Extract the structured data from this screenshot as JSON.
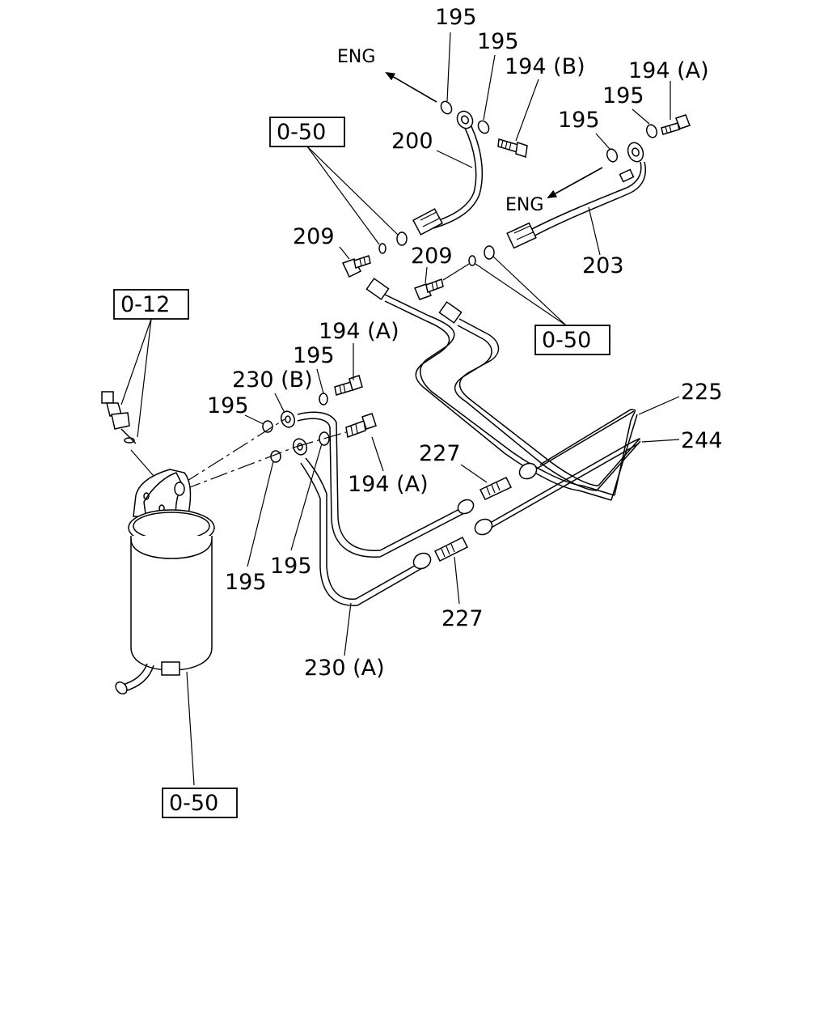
{
  "callouts": {
    "p195_a": "195",
    "p195_b": "195",
    "p194b": "194 (B)",
    "p194a_top": "194 (A)",
    "p195_c": "195",
    "p195_d": "195",
    "p200": "200",
    "p203": "203",
    "p209_left": "209",
    "p209_mid": "209",
    "p194a_mid": "194 (A)",
    "p195_e": "195",
    "p230b": "230 (B)",
    "p195_f": "195",
    "p225": "225",
    "p244": "244",
    "p227_top": "227",
    "p194a_low": "194 (A)",
    "p195_g": "195",
    "p195_h": "195",
    "p227_bottom": "227",
    "p230a": "230 (A)"
  },
  "direction_labels": {
    "eng_top": "ENG",
    "eng_right": "ENG"
  },
  "reference_boxes": {
    "ref_050_top": "0-50",
    "ref_050_right": "0-50",
    "ref_012": "0-12",
    "ref_050_bottom": "0-50"
  }
}
